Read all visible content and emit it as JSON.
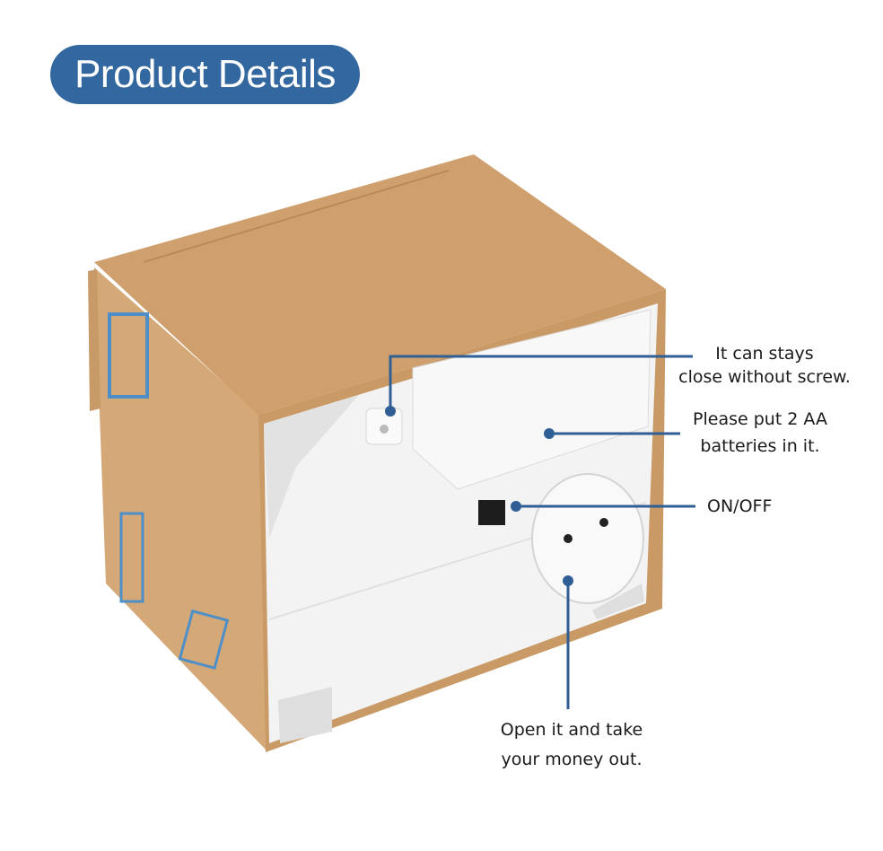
{
  "title": "Product Details",
  "accent_color": "#2f5f95",
  "callouts": {
    "latch": {
      "line1": "It can stays",
      "line2": "close without screw."
    },
    "battery": {
      "line1": "Please put 2 AA",
      "line2": "batteries in it."
    },
    "switch": {
      "line1": "ON/OFF"
    },
    "coin_door": {
      "line1": "Open it and take",
      "line2": "your money out."
    }
  }
}
